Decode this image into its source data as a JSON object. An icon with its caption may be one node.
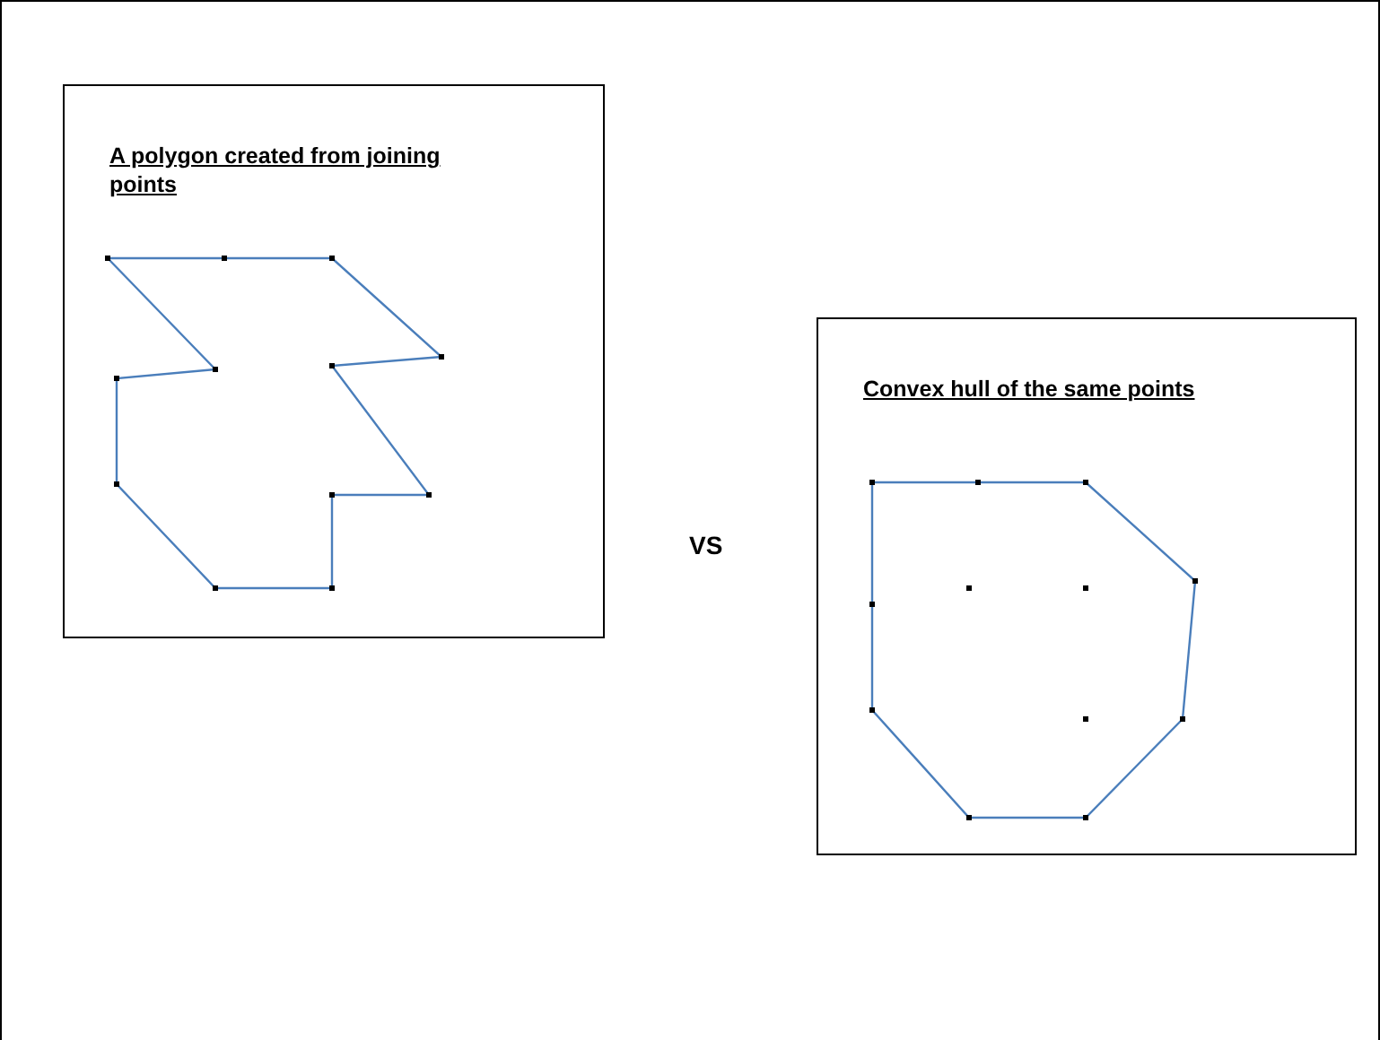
{
  "diagram": {
    "nodes": [
      {
        "text": [
          "A polygon created from joining points"
        ]
      },
      {
        "text": [
          "Convex hull of the same points"
        ]
      }
    ],
    "labels": [
      "VS"
    ]
  }
}
